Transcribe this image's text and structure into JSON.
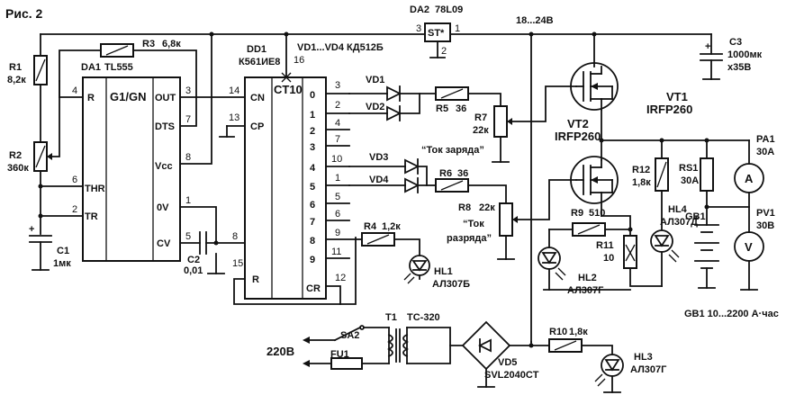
{
  "figure": {
    "title": "Рис. 2"
  },
  "components": {
    "da1": {
      "ref": "DA1",
      "part": "TL555",
      "core": "G1/GN",
      "pins": {
        "r": "R",
        "out": "OUT",
        "dts": "DTS",
        "vcc": "Vcc",
        "thr": "THR",
        "tr": "TR",
        "ov": "0V",
        "cv": "CV"
      },
      "pin_nums": [
        "4",
        "3",
        "7",
        "8",
        "6",
        "2",
        "1",
        "5"
      ]
    },
    "dd1": {
      "ref": "DD1",
      "part": "К561ИЕ8",
      "core": "CT10",
      "pins": {
        "cn": "CN",
        "cp": "CP",
        "r": "R",
        "cr": "CR"
      },
      "in_nums": [
        "14",
        "13",
        "8",
        "15",
        "16"
      ],
      "out_idx": [
        "0",
        "1",
        "2",
        "3",
        "4",
        "5",
        "6",
        "7",
        "8",
        "9"
      ],
      "out_nums": [
        "3",
        "2",
        "4",
        "7",
        "10",
        "1",
        "5",
        "6",
        "9",
        "11",
        "12"
      ]
    },
    "da2": {
      "ref": "DA2",
      "part": "78L09",
      "core": "ST*",
      "pins": [
        "3",
        "1",
        "2"
      ]
    },
    "supply": "18...24В",
    "vd_note": "VD1...VD4 КД512Б",
    "r1": {
      "ref": "R1",
      "val": "8,2к"
    },
    "r2": {
      "ref": "R2",
      "val": "360к"
    },
    "r3": {
      "ref": "R3",
      "val": "6,8к"
    },
    "r4": {
      "ref": "R4",
      "val": "1,2к"
    },
    "r5": {
      "ref": "R5",
      "val": "36"
    },
    "r6": {
      "ref": "R6",
      "val": "36"
    },
    "r7": {
      "ref": "R7",
      "val": "22к",
      "caption": "“Ток заряда”"
    },
    "r8": {
      "ref": "R8",
      "val": "22к",
      "caption_1": "“Ток",
      "caption_2": "разряда”"
    },
    "r9": {
      "ref": "R9",
      "val": "510"
    },
    "r10": {
      "ref": "R10",
      "val": "1,8к"
    },
    "r11": {
      "ref": "R11",
      "val": "10"
    },
    "r12": {
      "ref": "R12",
      "val": "1,8к"
    },
    "rs1": {
      "ref": "RS1",
      "val": "30А"
    },
    "c1": {
      "ref": "C1",
      "val": "1мк"
    },
    "c2": {
      "ref": "C2",
      "val": "0,01"
    },
    "c3": {
      "ref": "C3",
      "val_1": "1000мк",
      "val_2": "х35В"
    },
    "vd1": "VD1",
    "vd2": "VD2",
    "vd3": "VD3",
    "vd4": "VD4",
    "vd5": {
      "ref": "VD5",
      "part": "SVL2040CT"
    },
    "vt1": {
      "ref": "VT1",
      "part": "IRFP260"
    },
    "vt2": {
      "ref": "VT2",
      "part": "IRFP260"
    },
    "hl1": {
      "ref": "HL1",
      "part": "АЛ307Б"
    },
    "hl2": {
      "ref": "HL2",
      "part": "АЛ307Г"
    },
    "hl3": {
      "ref": "HL3",
      "part": "АЛ307Г"
    },
    "hl4": {
      "ref": "HL4",
      "part": "АЛ307Д"
    },
    "pa1": {
      "ref": "PA1",
      "val": "30А",
      "sym": "A"
    },
    "pv1": {
      "ref": "PV1",
      "val": "30В",
      "sym": "V"
    },
    "gb1": {
      "ref": "GB1",
      "note": "GB1 10...2200 А·час"
    },
    "t1": {
      "ref": "T1",
      "part": "ТС-320"
    },
    "sa2": "SA2",
    "fu1": "FU1",
    "mains": "220В"
  }
}
